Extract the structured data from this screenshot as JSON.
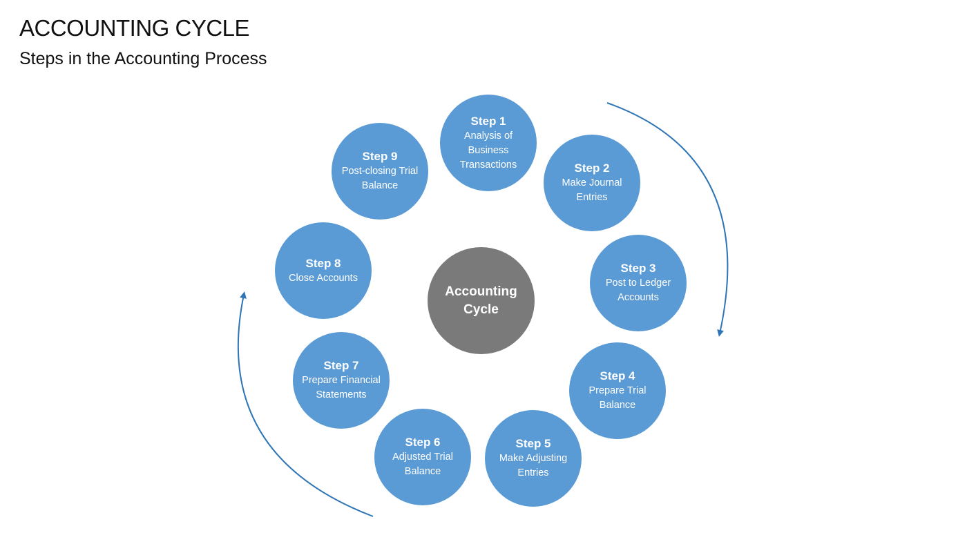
{
  "header": {
    "title": "ACCOUNTING CYCLE",
    "subtitle": "Steps in the Accounting Process"
  },
  "center": {
    "label": "Accounting Cycle"
  },
  "steps": [
    {
      "number": "Step 1",
      "description": "Analysis of Business Transactions"
    },
    {
      "number": "Step 2",
      "description": "Make Journal Entries"
    },
    {
      "number": "Step 3",
      "description": "Post to Ledger Accounts"
    },
    {
      "number": "Step 4",
      "description": "Prepare Trial Balance"
    },
    {
      "number": "Step 5",
      "description": "Make Adjusting Entries"
    },
    {
      "number": "Step 6",
      "description": "Adjusted Trial Balance"
    },
    {
      "number": "Step 7",
      "description": "Prepare Financial Statements"
    },
    {
      "number": "Step 8",
      "description": "Close Accounts"
    },
    {
      "number": "Step 9",
      "description": "Post-closing Trial Balance"
    }
  ],
  "colors": {
    "step_fill": "#5b9bd5",
    "center_fill": "#7a7a7a",
    "arrow": "#2e75b6",
    "text_on_fill": "#ffffff"
  },
  "icons": {
    "cycle_arrows": "clockwise-arc-arrow"
  }
}
